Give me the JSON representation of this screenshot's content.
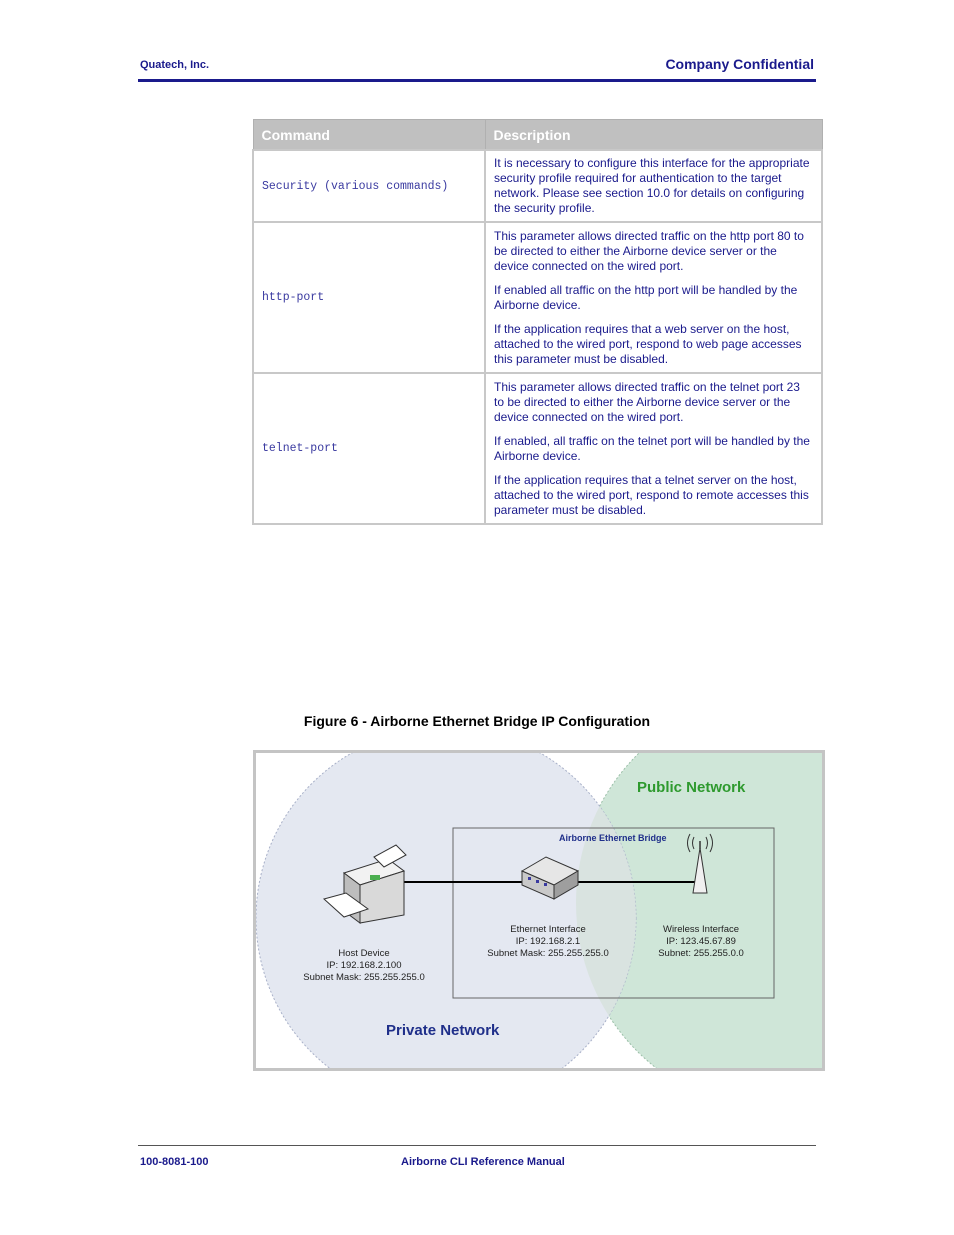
{
  "header": {
    "company": "Quatech, Inc.",
    "confidential": "Company Confidential"
  },
  "table": {
    "headers": [
      "Command",
      "Description"
    ],
    "rows": [
      {
        "command": "Security (various commands)",
        "description": [
          "It is necessary to configure this interface for the appropriate security profile required for authentication to the target network. Please see section 10.0 for details on configuring the security profile."
        ]
      },
      {
        "command": "http-port",
        "description": [
          "This parameter allows directed traffic on the http port 80 to be directed to either the Airborne device server or the device connected on the wired port.",
          "If enabled all traffic on the http port will be handled by the Airborne device.",
          "If the application requires that a web server on the host, attached to the wired port, respond to web page accesses this parameter must be disabled."
        ]
      },
      {
        "command": "telnet-port",
        "description": [
          "This parameter allows directed traffic on the telnet port 23 to be directed to either the Airborne device server or the device connected on the wired port.",
          "If enabled, all traffic on the telnet port will be handled by the Airborne device.",
          "If the application requires that a telnet server on the host, attached to the wired port, respond to remote accesses this parameter must be disabled."
        ]
      }
    ]
  },
  "figure": {
    "caption": "Figure 6 - Airborne Ethernet Bridge IP Configuration",
    "public_network": "Public Network",
    "private_network": "Private Network",
    "bridge_title": "Airborne Ethernet Bridge",
    "host": {
      "title": "Host Device",
      "ip": "IP: 192.168.2.100",
      "mask": "Subnet Mask: 255.255.255.0"
    },
    "ethernet": {
      "title": "Ethernet Interface",
      "ip": "IP: 192.168.2.1",
      "mask": "Subnet Mask: 255.255.255.0"
    },
    "wireless": {
      "title": "Wireless Interface",
      "ip": "IP: 123.45.67.89",
      "mask": "Subnet: 255.255.0.0"
    },
    "colors": {
      "public": "#2e9a2e",
      "private": "#1f2f8a",
      "public_fill": "#cfe6d8",
      "private_fill": "#e4e8f1"
    }
  },
  "footer": {
    "doc_number": "100-8081-100",
    "manual_title": "Airborne CLI Reference Manual"
  }
}
